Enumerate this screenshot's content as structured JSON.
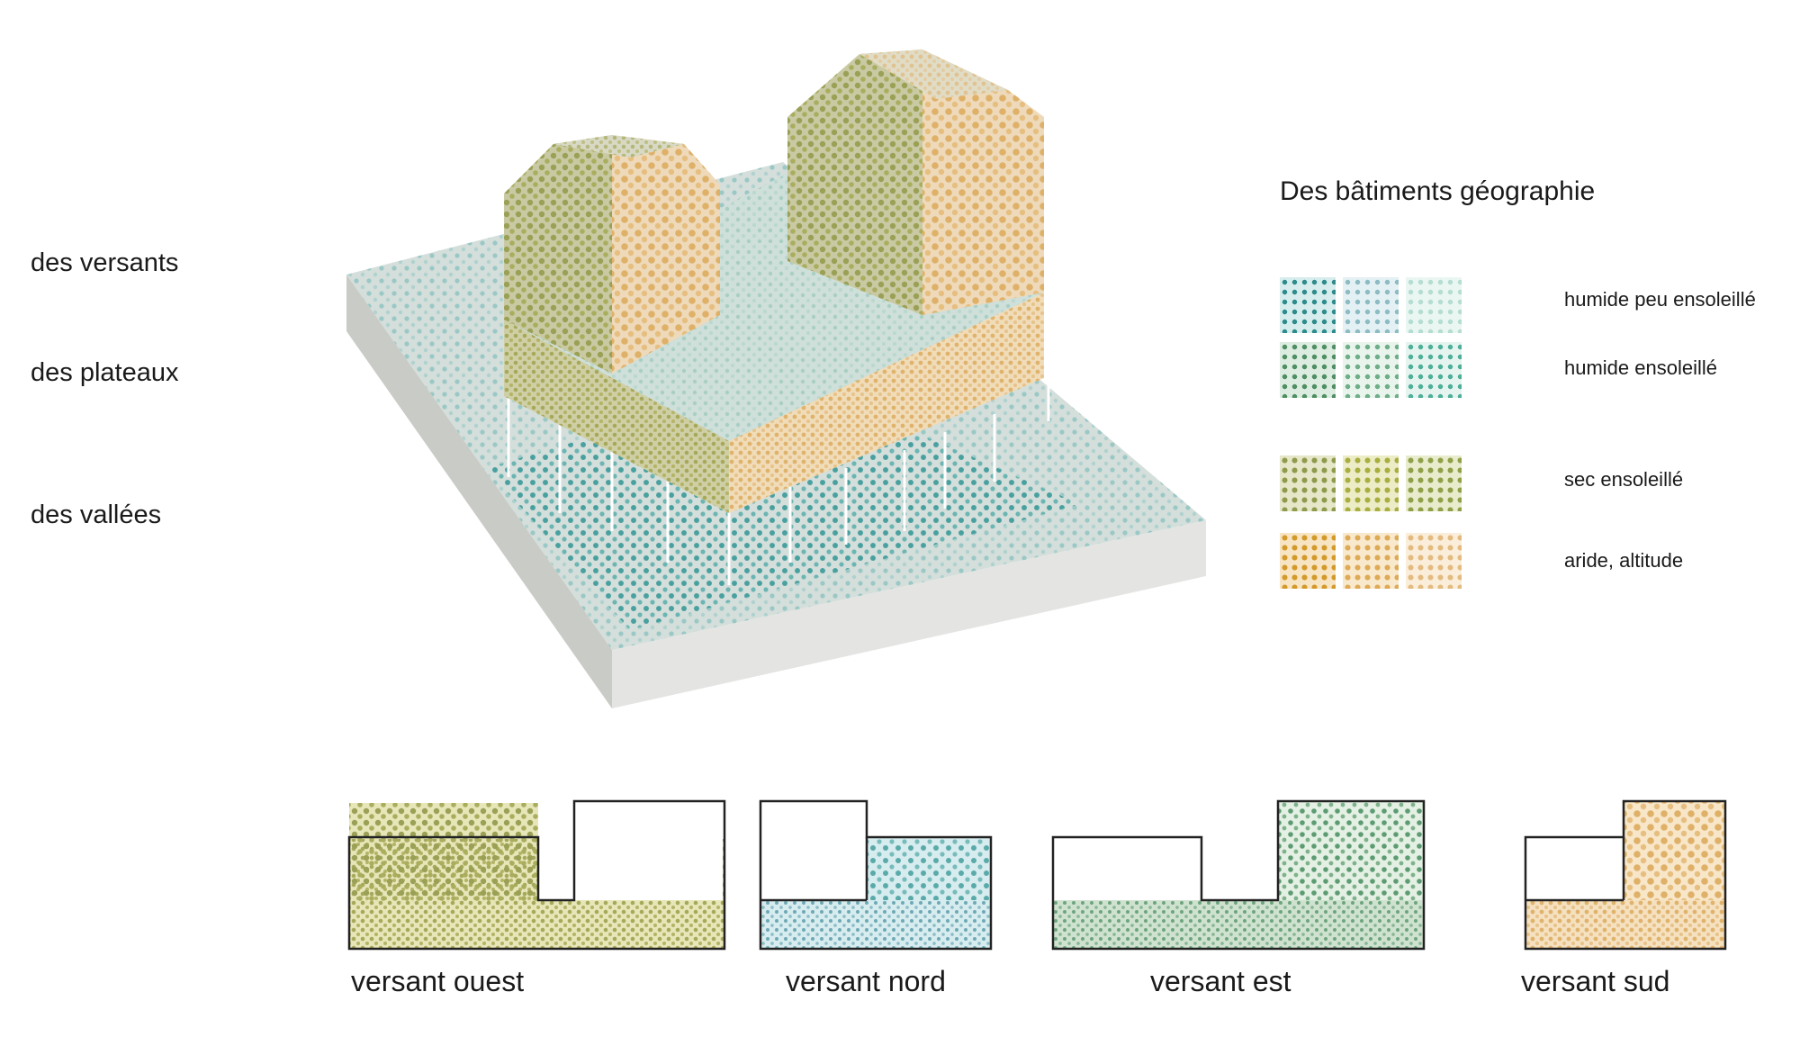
{
  "side_labels": {
    "versants": "des versants",
    "plateaux": "des plateaux",
    "vallees": "des vallées"
  },
  "legend": {
    "title": "Des bâtiments géographie",
    "rows": [
      {
        "label": "humide peu ensoleillé",
        "colors": [
          "#2f8c8c",
          "#8fbcc4",
          "#b6ddd2"
        ]
      },
      {
        "label": "humide ensoleillé",
        "colors": [
          "#4f8f63",
          "#6faf88",
          "#4fb09a"
        ]
      },
      {
        "label": "sec ensoleillé",
        "colors": [
          "#8f9a4c",
          "#a8ae3f",
          "#8fa048"
        ]
      },
      {
        "label": "aride, altitude",
        "colors": [
          "#d39a2a",
          "#deaa55",
          "#e3bb80"
        ]
      }
    ]
  },
  "elevations": {
    "ouest": "versant ouest",
    "nord": "versant nord",
    "est": "versant est",
    "sud": "versant sud"
  },
  "colors": {
    "teal": "#3a9a98",
    "olive": "#9aa055",
    "sand": "#dfb168",
    "green": "#5d9c72",
    "paleteal": "#bcd8d2",
    "base_side": "#c9cbc6",
    "base_front": "#e4e5e2"
  }
}
